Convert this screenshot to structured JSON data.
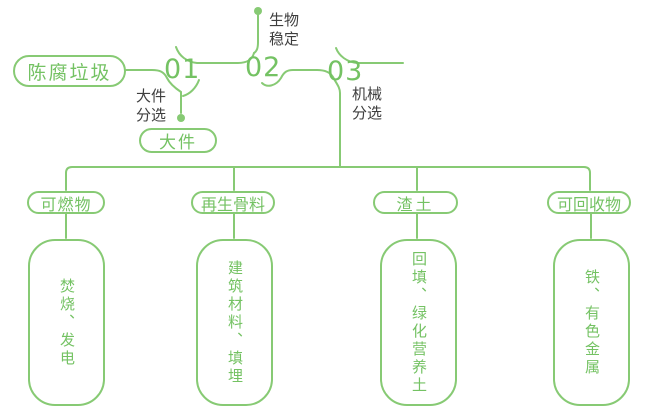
{
  "palette": {
    "green": "#87ca74",
    "green_text": "#74c263",
    "dark_text": "#3e3e3e",
    "bg": "#ffffff"
  },
  "source": {
    "label": "陈腐垃圾"
  },
  "steps": [
    {
      "number": "01",
      "label_line1": "大件",
      "label_line2": "分选"
    },
    {
      "number": "02",
      "label_line1": "生物",
      "label_line2": "稳定"
    },
    {
      "number": "03",
      "label_line1": "机械",
      "label_line2": "分选"
    }
  ],
  "large_item_node": {
    "label": "大件"
  },
  "outputs": [
    {
      "category": "可燃物",
      "destination": "焚烧、发电"
    },
    {
      "category": "再生骨料",
      "destination": "建筑材料、填埋"
    },
    {
      "category": "渣土",
      "destination": "回填、绿化营养土"
    },
    {
      "category": "可回收物",
      "destination": "铁、有色金属"
    }
  ]
}
